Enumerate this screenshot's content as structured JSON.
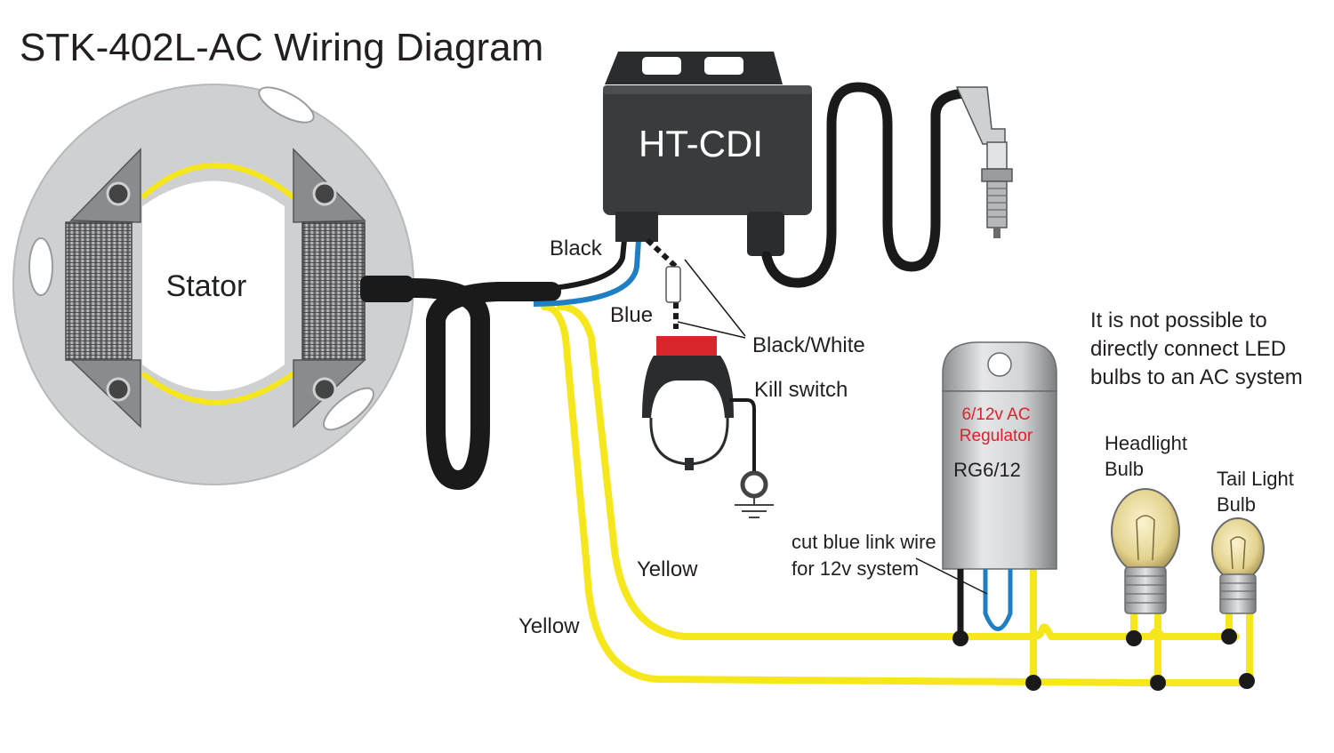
{
  "title": "STK-402L-AC Wiring Diagram",
  "components": {
    "stator": "Stator",
    "cdi": "HT-CDI",
    "regulator_line1": "6/12v AC",
    "regulator_line2": "Regulator",
    "regulator_model": "RG6/12",
    "kill_switch": "Kill switch",
    "headlight_line1": "Headlight",
    "headlight_line2": "Bulb",
    "taillight_line1": "Tail Light",
    "taillight_line2": "Bulb"
  },
  "wires": {
    "black": "Black",
    "blue": "Blue",
    "black_white": "Black/White",
    "yellow_upper": "Yellow",
    "yellow_lower": "Yellow"
  },
  "notes": {
    "cut_link_line1": "cut blue link wire",
    "cut_link_line2": "for 12v system",
    "led_line1": "It is not possible to",
    "led_line2": "directly connect LED",
    "led_line3": "bulbs to an AC system"
  },
  "colors": {
    "yellow_wire": "#f5e71c",
    "blue_wire": "#1f7fc4",
    "black_wire": "#1a1a1a",
    "regulator_label": "#e0202a",
    "kill_button": "#d9262c",
    "cdi_body": "#3a3b3d",
    "stator_plate": "#cfd0d2"
  }
}
